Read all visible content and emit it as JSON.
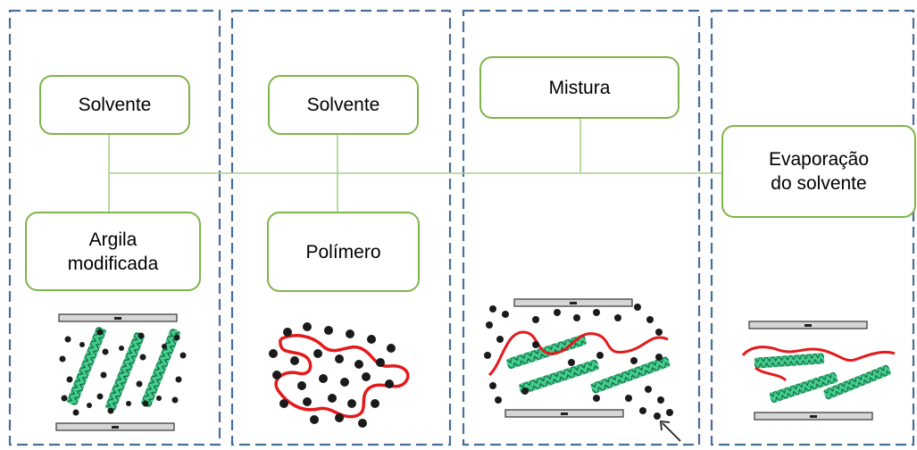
{
  "boxes": {
    "solvente_1": "Solvente",
    "argila": "Argila\nmodificada",
    "solvente_2": "Solvente",
    "polimero": "Polímero",
    "mistura": "Mistura",
    "evaporacao": "Evaporação\ndo solvente"
  },
  "colors": {
    "box_border": "#7fb548",
    "connector": "#a9d18e",
    "panel_border": "#4a6f96",
    "clay": "#3fcf8e",
    "polymer": "#e31a1c",
    "plate": "#bdbdbd",
    "particle": "#1a1a1a"
  },
  "icons": [
    "clay-layer-icon",
    "polymer-chain-icon",
    "solvent-particle-icon",
    "pointer-arrow-icon"
  ]
}
